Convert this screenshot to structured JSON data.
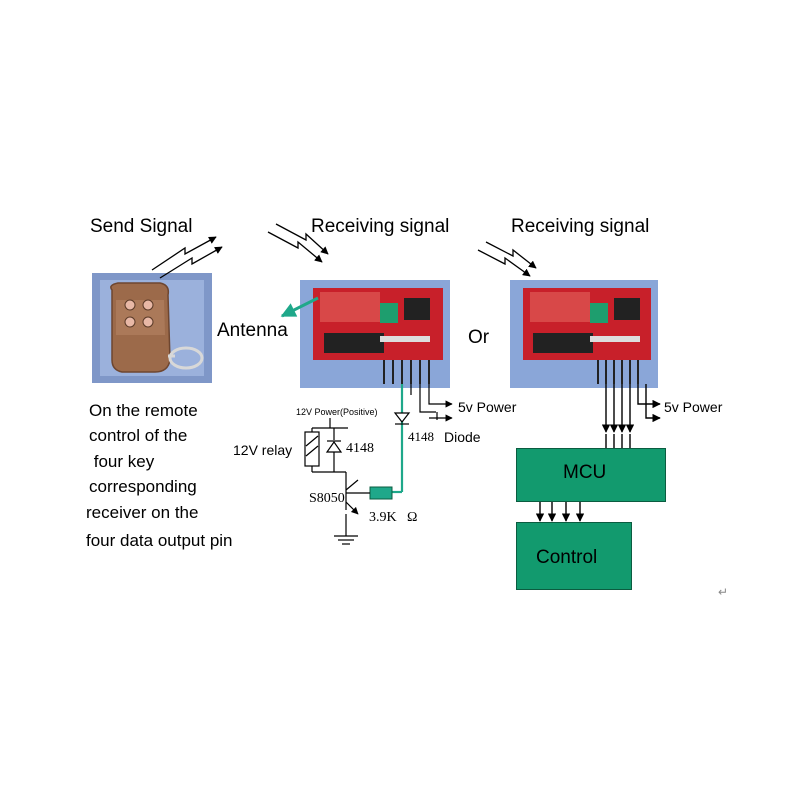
{
  "labels": {
    "send_signal": "Send Signal",
    "receiving_signal_1": "Receiving signal",
    "receiving_signal_2": "Receiving signal",
    "antenna": "Antenna",
    "or": "Or",
    "power_12v": "12V Power(Positive)",
    "relay_12v": "12V relay",
    "diode_4148": "4148",
    "diode_4148_label": "4148",
    "diode_word": "Diode",
    "transistor": "S8050",
    "resistor": "3.9K",
    "ohm": "Ω",
    "power_5v_1": "5v Power",
    "power_5v_2": "5v Power",
    "mcu": "MCU",
    "control": "Control",
    "return_mark": "↵"
  },
  "description_lines": [
    "On the remote",
    "control of the",
    " four key",
    "corresponding",
    "receiver on the",
    "four data output pin"
  ],
  "colors": {
    "board_bg": "#8aa6d8",
    "pcb_red": "#c8202a",
    "wire_green": "#1fa88a",
    "box_fill": "#129a6e"
  }
}
